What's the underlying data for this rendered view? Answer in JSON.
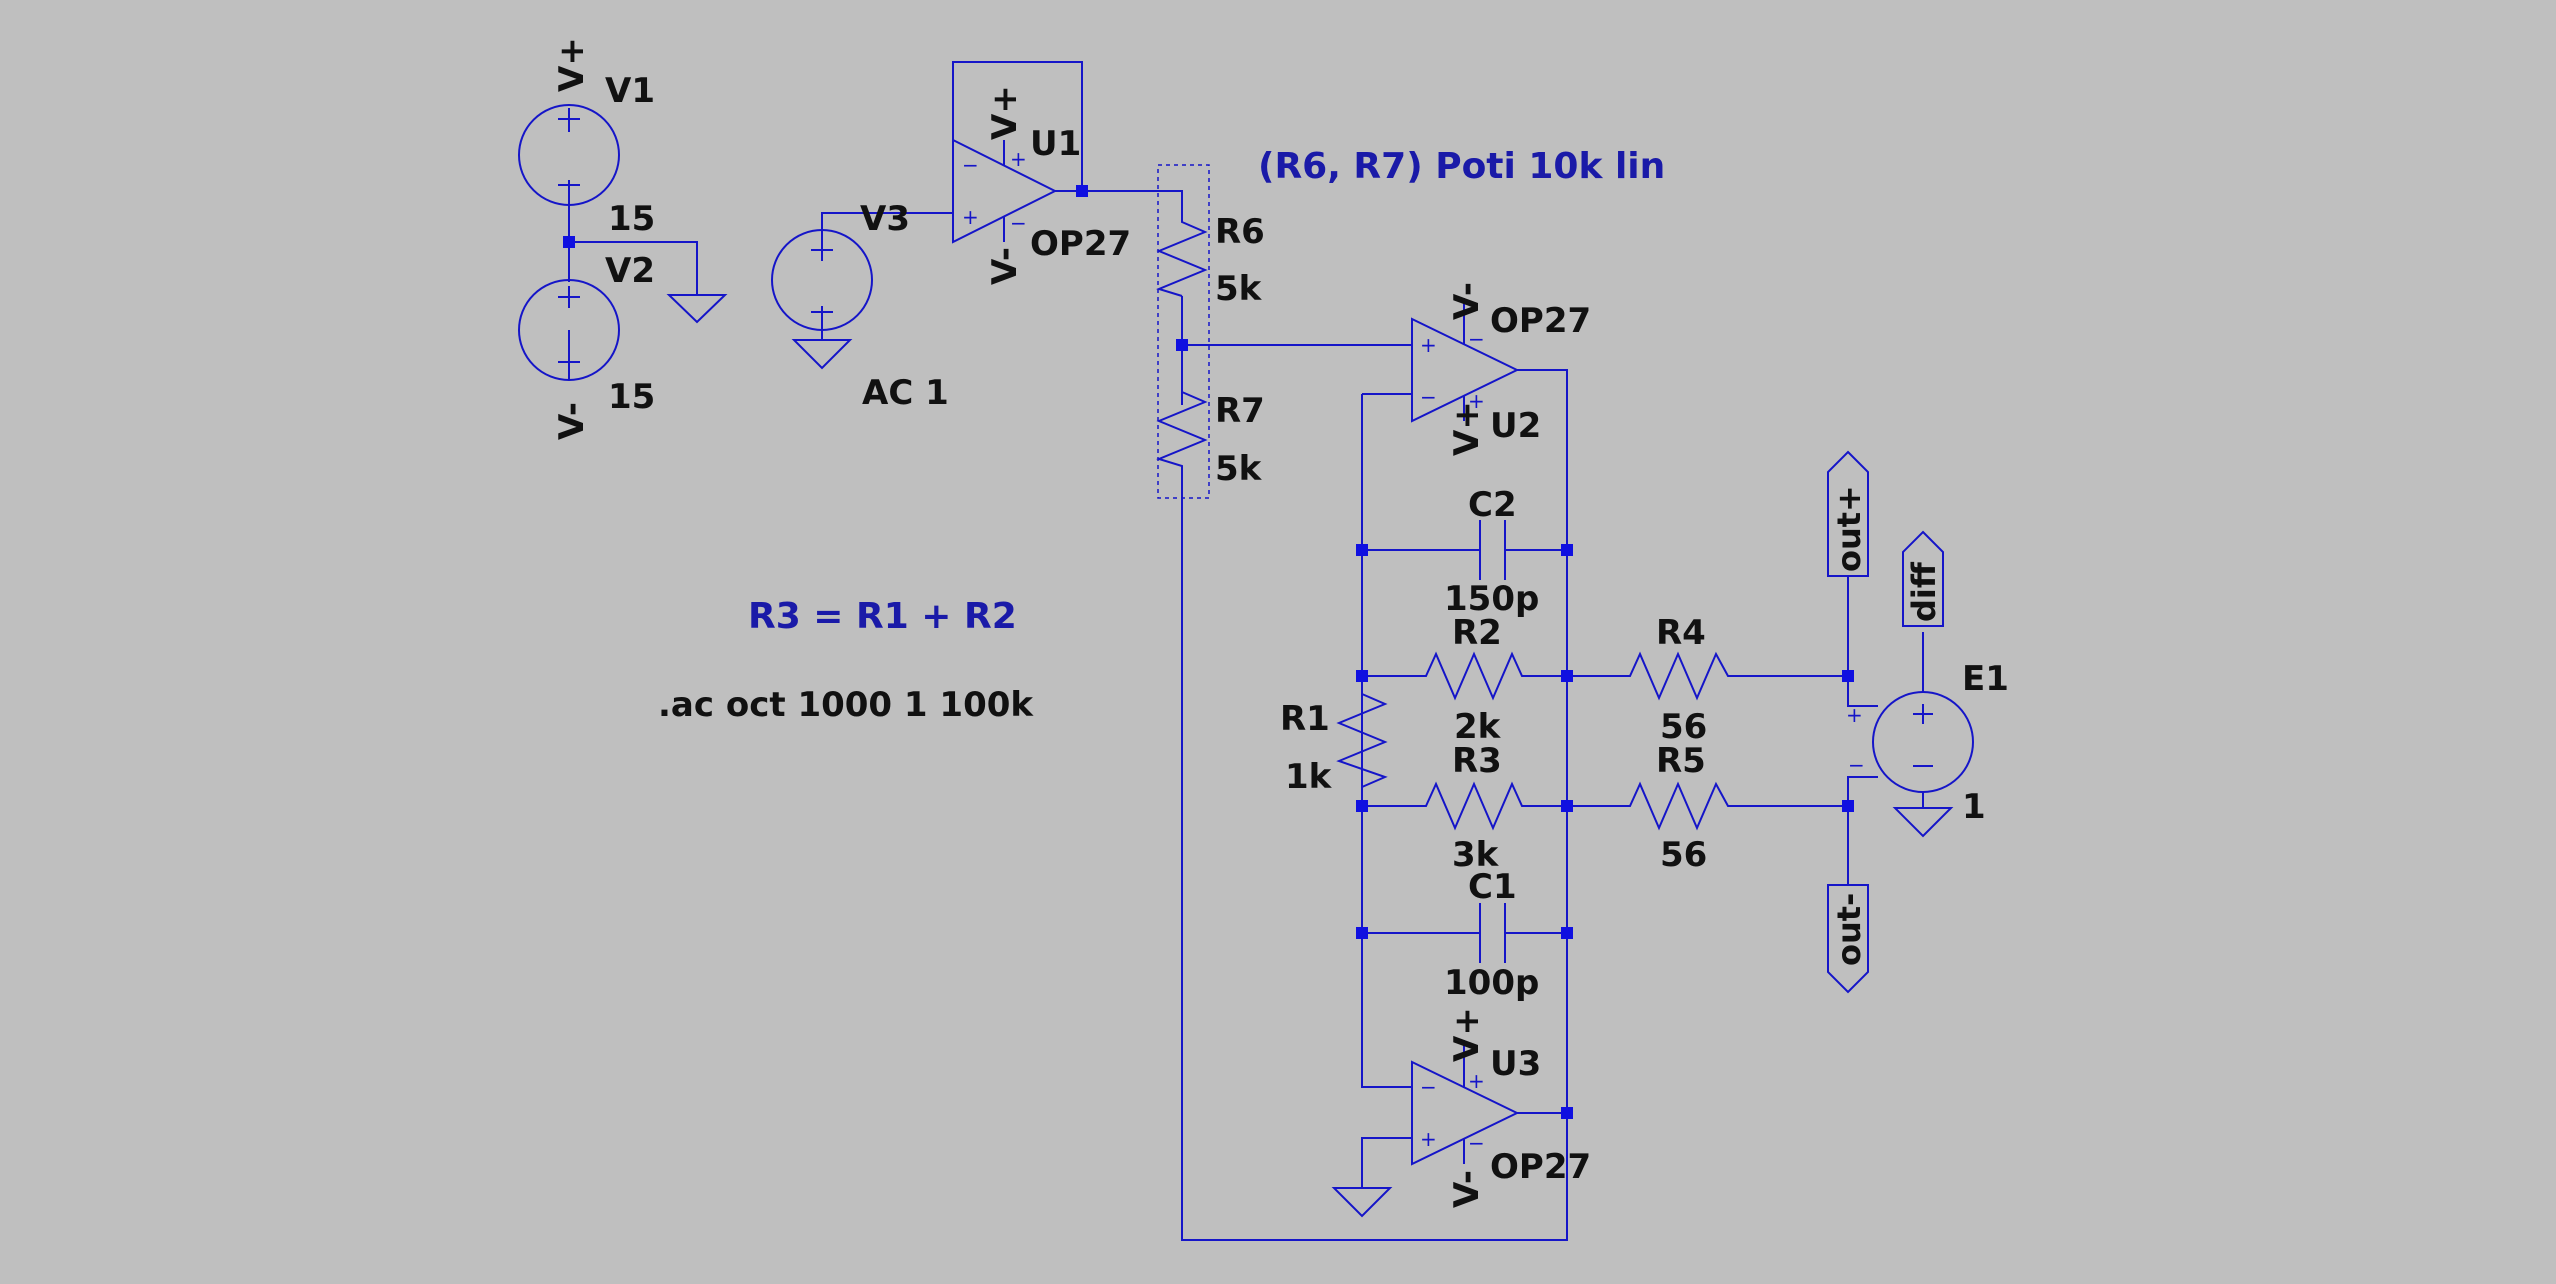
{
  "components": {
    "v1": {
      "name": "V1",
      "value": "15",
      "rail": "V+"
    },
    "v2": {
      "name": "V2",
      "value": "15",
      "rail": "V-"
    },
    "v3": {
      "name": "V3",
      "value": "AC 1"
    },
    "u1": {
      "name": "U1",
      "model": "OP27",
      "vpos": "V+",
      "vneg": "V-"
    },
    "u2": {
      "name": "U2",
      "model": "OP27",
      "vpos": "V+",
      "vneg": "V-"
    },
    "u3": {
      "name": "U3",
      "model": "OP27",
      "vpos": "V+",
      "vneg": "V-"
    },
    "r1": {
      "name": "R1",
      "value": "1k"
    },
    "r2": {
      "name": "R2",
      "value": "2k"
    },
    "r3": {
      "name": "R3",
      "value": "3k"
    },
    "r4": {
      "name": "R4",
      "value": "56"
    },
    "r5": {
      "name": "R5",
      "value": "56"
    },
    "r6": {
      "name": "R6",
      "value": "5k"
    },
    "r7": {
      "name": "R7",
      "value": "5k"
    },
    "c1": {
      "name": "C1",
      "value": "100p"
    },
    "c2": {
      "name": "C2",
      "value": "150p"
    },
    "e1": {
      "name": "E1",
      "value": "1"
    }
  },
  "flags": {
    "out_plus": "out+",
    "out_minus": "out-",
    "diff": "diff"
  },
  "notes": {
    "poti": "(R6, R7) Poti 10k lin",
    "r3_formula": "R3 = R1 + R2",
    "directive": ".ac oct 1000 1 100k"
  },
  "colors": {
    "background": "#bfbfbf",
    "wire": "#1515c8",
    "junction": "#1010e0",
    "note": "#1a1aa8",
    "label": "#111111"
  }
}
